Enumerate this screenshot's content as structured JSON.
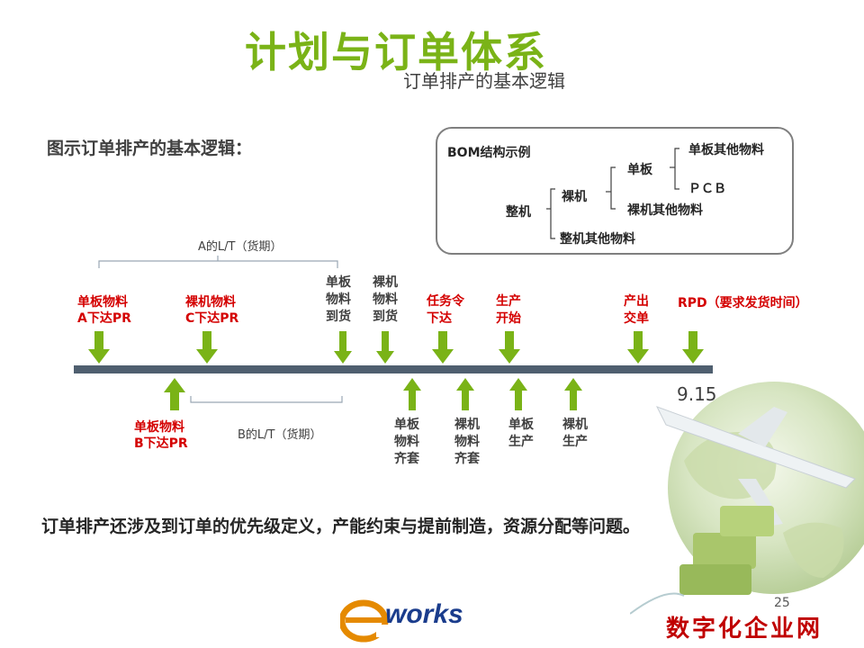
{
  "title": "计划与订单体系",
  "subtitle": "订单排产的基本逻辑",
  "intro": "图示订单排产的基本逻辑：",
  "bom": {
    "title": "BOM结构示例",
    "root": "整机",
    "level1_a": "裸机",
    "level1_b": "整机其他物料",
    "level2_a": "单板",
    "level2_b": "裸机其他物料",
    "level3_a": "单板其他物料",
    "level3_b": "ＰＣＢ"
  },
  "timeline": {
    "a_lt": "A的L/T（货期）",
    "b_lt": "B的L/T（货期）",
    "date": "9.15",
    "top_events": [
      {
        "line1": "单板物料",
        "line2": "A下达PR"
      },
      {
        "line1": "裸机物料",
        "line2": "C下达PR"
      },
      {
        "line1": "单板",
        "line2": "物料",
        "line3": "到货"
      },
      {
        "line1": "裸机",
        "line2": "物料",
        "line3": "到货"
      },
      {
        "line1": "任务令",
        "line2": "下达"
      },
      {
        "line1": "生产",
        "line2": "开始"
      },
      {
        "line1": "产出",
        "line2": "交单"
      },
      {
        "line1": "RPD（要求发货时间）"
      }
    ],
    "bottom_events": [
      {
        "line1": "单板物料",
        "line2": "B下达PR"
      },
      {
        "line1": "单板",
        "line2": "物料",
        "line3": "齐套"
      },
      {
        "line1": "裸机",
        "line2": "物料",
        "line3": "齐套"
      },
      {
        "line1": "单板",
        "line2": "生产"
      },
      {
        "line1": "裸机",
        "line2": "生产"
      }
    ]
  },
  "footer_note": "订单排产还涉及到订单的优先级定义，产能约束与提前制造，资源分配等问题。",
  "page_number": "25",
  "logo_text": "works",
  "site_logo": "数字化企业网",
  "colors": {
    "accent_green": "#7ab317",
    "event_red": "#d40000",
    "bar": "#4f5f6f"
  }
}
